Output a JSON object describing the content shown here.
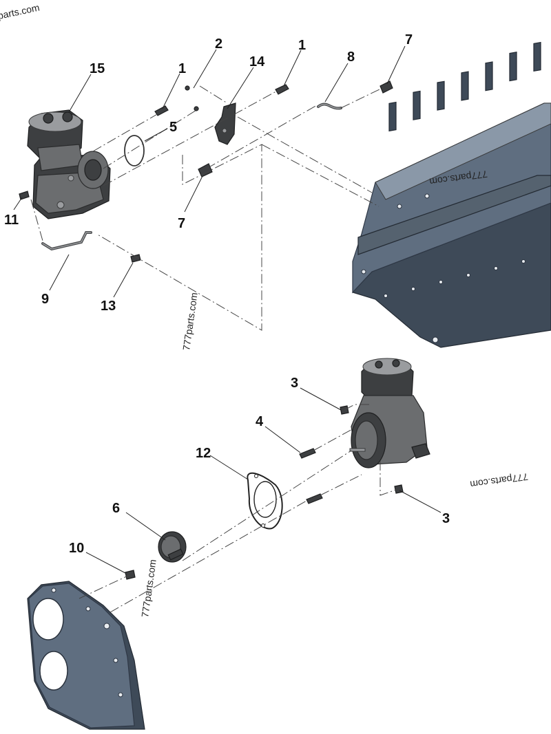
{
  "callouts": {
    "c15": "15",
    "c1a": "1",
    "c2": "2",
    "c14": "14",
    "c1b": "1",
    "c8": "8",
    "c7a": "7",
    "c5": "5",
    "c11": "11",
    "c7b": "7",
    "c9": "9",
    "c13": "13",
    "c3a": "3",
    "c4": "4",
    "c12": "12",
    "c6": "6",
    "c3b": "3",
    "c10": "10"
  },
  "watermarks": {
    "wm_corner": "parts.com",
    "wm_block": "777parts.com",
    "wm_mid": "777parts.com",
    "wm_right": "777parts.com",
    "wm_bottom": "777parts.com"
  }
}
